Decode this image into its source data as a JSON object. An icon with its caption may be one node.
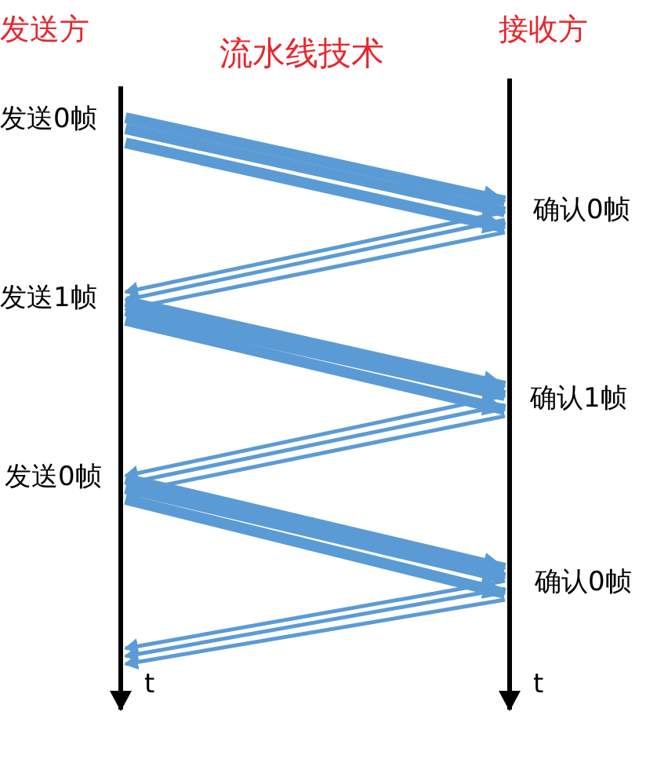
{
  "diagram": {
    "title": "流水线技术",
    "nodes": [
      {
        "text": [
          "发送0帧"
        ]
      },
      {
        "text": [
          "确认0帧"
        ]
      },
      {
        "text": [
          "发送1帧"
        ]
      },
      {
        "text": [
          "确认1帧"
        ]
      },
      {
        "text": [
          "发送0帧"
        ]
      },
      {
        "text": [
          "确认0帧"
        ]
      },
      {
        "text": [],
        "shape": "line"
      }
    ],
    "edges": [
      {
        "from": 0,
        "to": 1,
        "arrow": "to",
        "style": "thick"
      },
      {
        "from": 0,
        "to": 1,
        "arrow": "to",
        "style": "thick"
      },
      {
        "from": 0,
        "to": 1,
        "arrow": "to",
        "style": "thick"
      },
      {
        "from": 1,
        "to": 2,
        "arrow": "to"
      },
      {
        "from": 1,
        "to": 2,
        "arrow": "to"
      },
      {
        "from": 1,
        "to": 2,
        "arrow": "to"
      },
      {
        "from": 2,
        "to": 3,
        "arrow": "to",
        "style": "thick"
      },
      {
        "from": 2,
        "to": 3,
        "arrow": "to",
        "style": "thick"
      },
      {
        "from": 2,
        "to": 3,
        "arrow": "to",
        "style": "thick"
      },
      {
        "from": 3,
        "to": 4,
        "arrow": "to"
      },
      {
        "from": 3,
        "to": 4,
        "arrow": "to"
      },
      {
        "from": 3,
        "to": 4,
        "arrow": "to"
      },
      {
        "from": 4,
        "to": 5,
        "arrow": "to",
        "style": "thick"
      },
      {
        "from": 4,
        "to": 5,
        "arrow": "to",
        "style": "thick"
      },
      {
        "from": 4,
        "to": 5,
        "arrow": "to",
        "style": "thick"
      },
      {
        "from": 5,
        "to": 6,
        "arrow": "to"
      },
      {
        "from": 5,
        "to": 6,
        "arrow": "to"
      },
      {
        "from": 5,
        "to": 6,
        "arrow": "to"
      }
    ],
    "labels": [
      "发送方",
      "接收方",
      "t",
      "t"
    ]
  }
}
